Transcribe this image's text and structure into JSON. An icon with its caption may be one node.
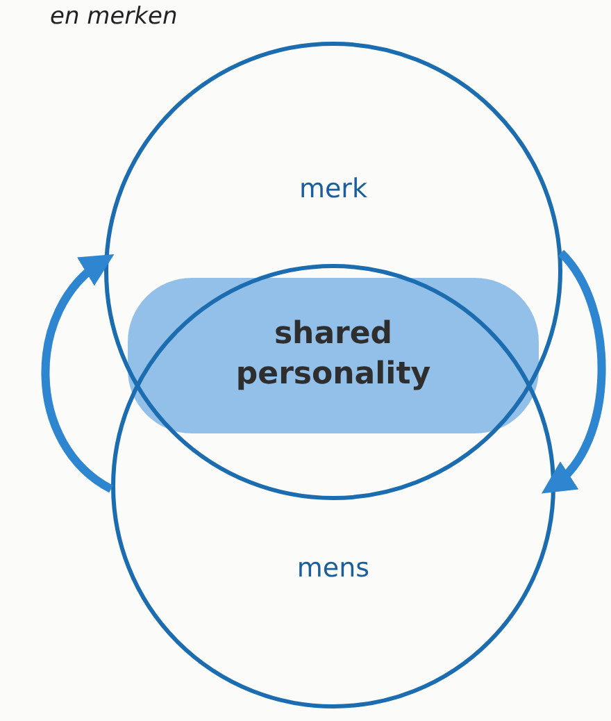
{
  "diagram": {
    "nodes": [
      {
        "text": [
          "merk"
        ]
      },
      {
        "text": [
          "mens"
        ]
      },
      {
        "text": [
          "shared personality"
        ]
      }
    ],
    "edges": [
      {
        "from": 1,
        "to": 0,
        "arrow": "to"
      },
      {
        "from": 0,
        "to": 1,
        "arrow": "to"
      }
    ],
    "labels": [
      "en merken"
    ]
  }
}
